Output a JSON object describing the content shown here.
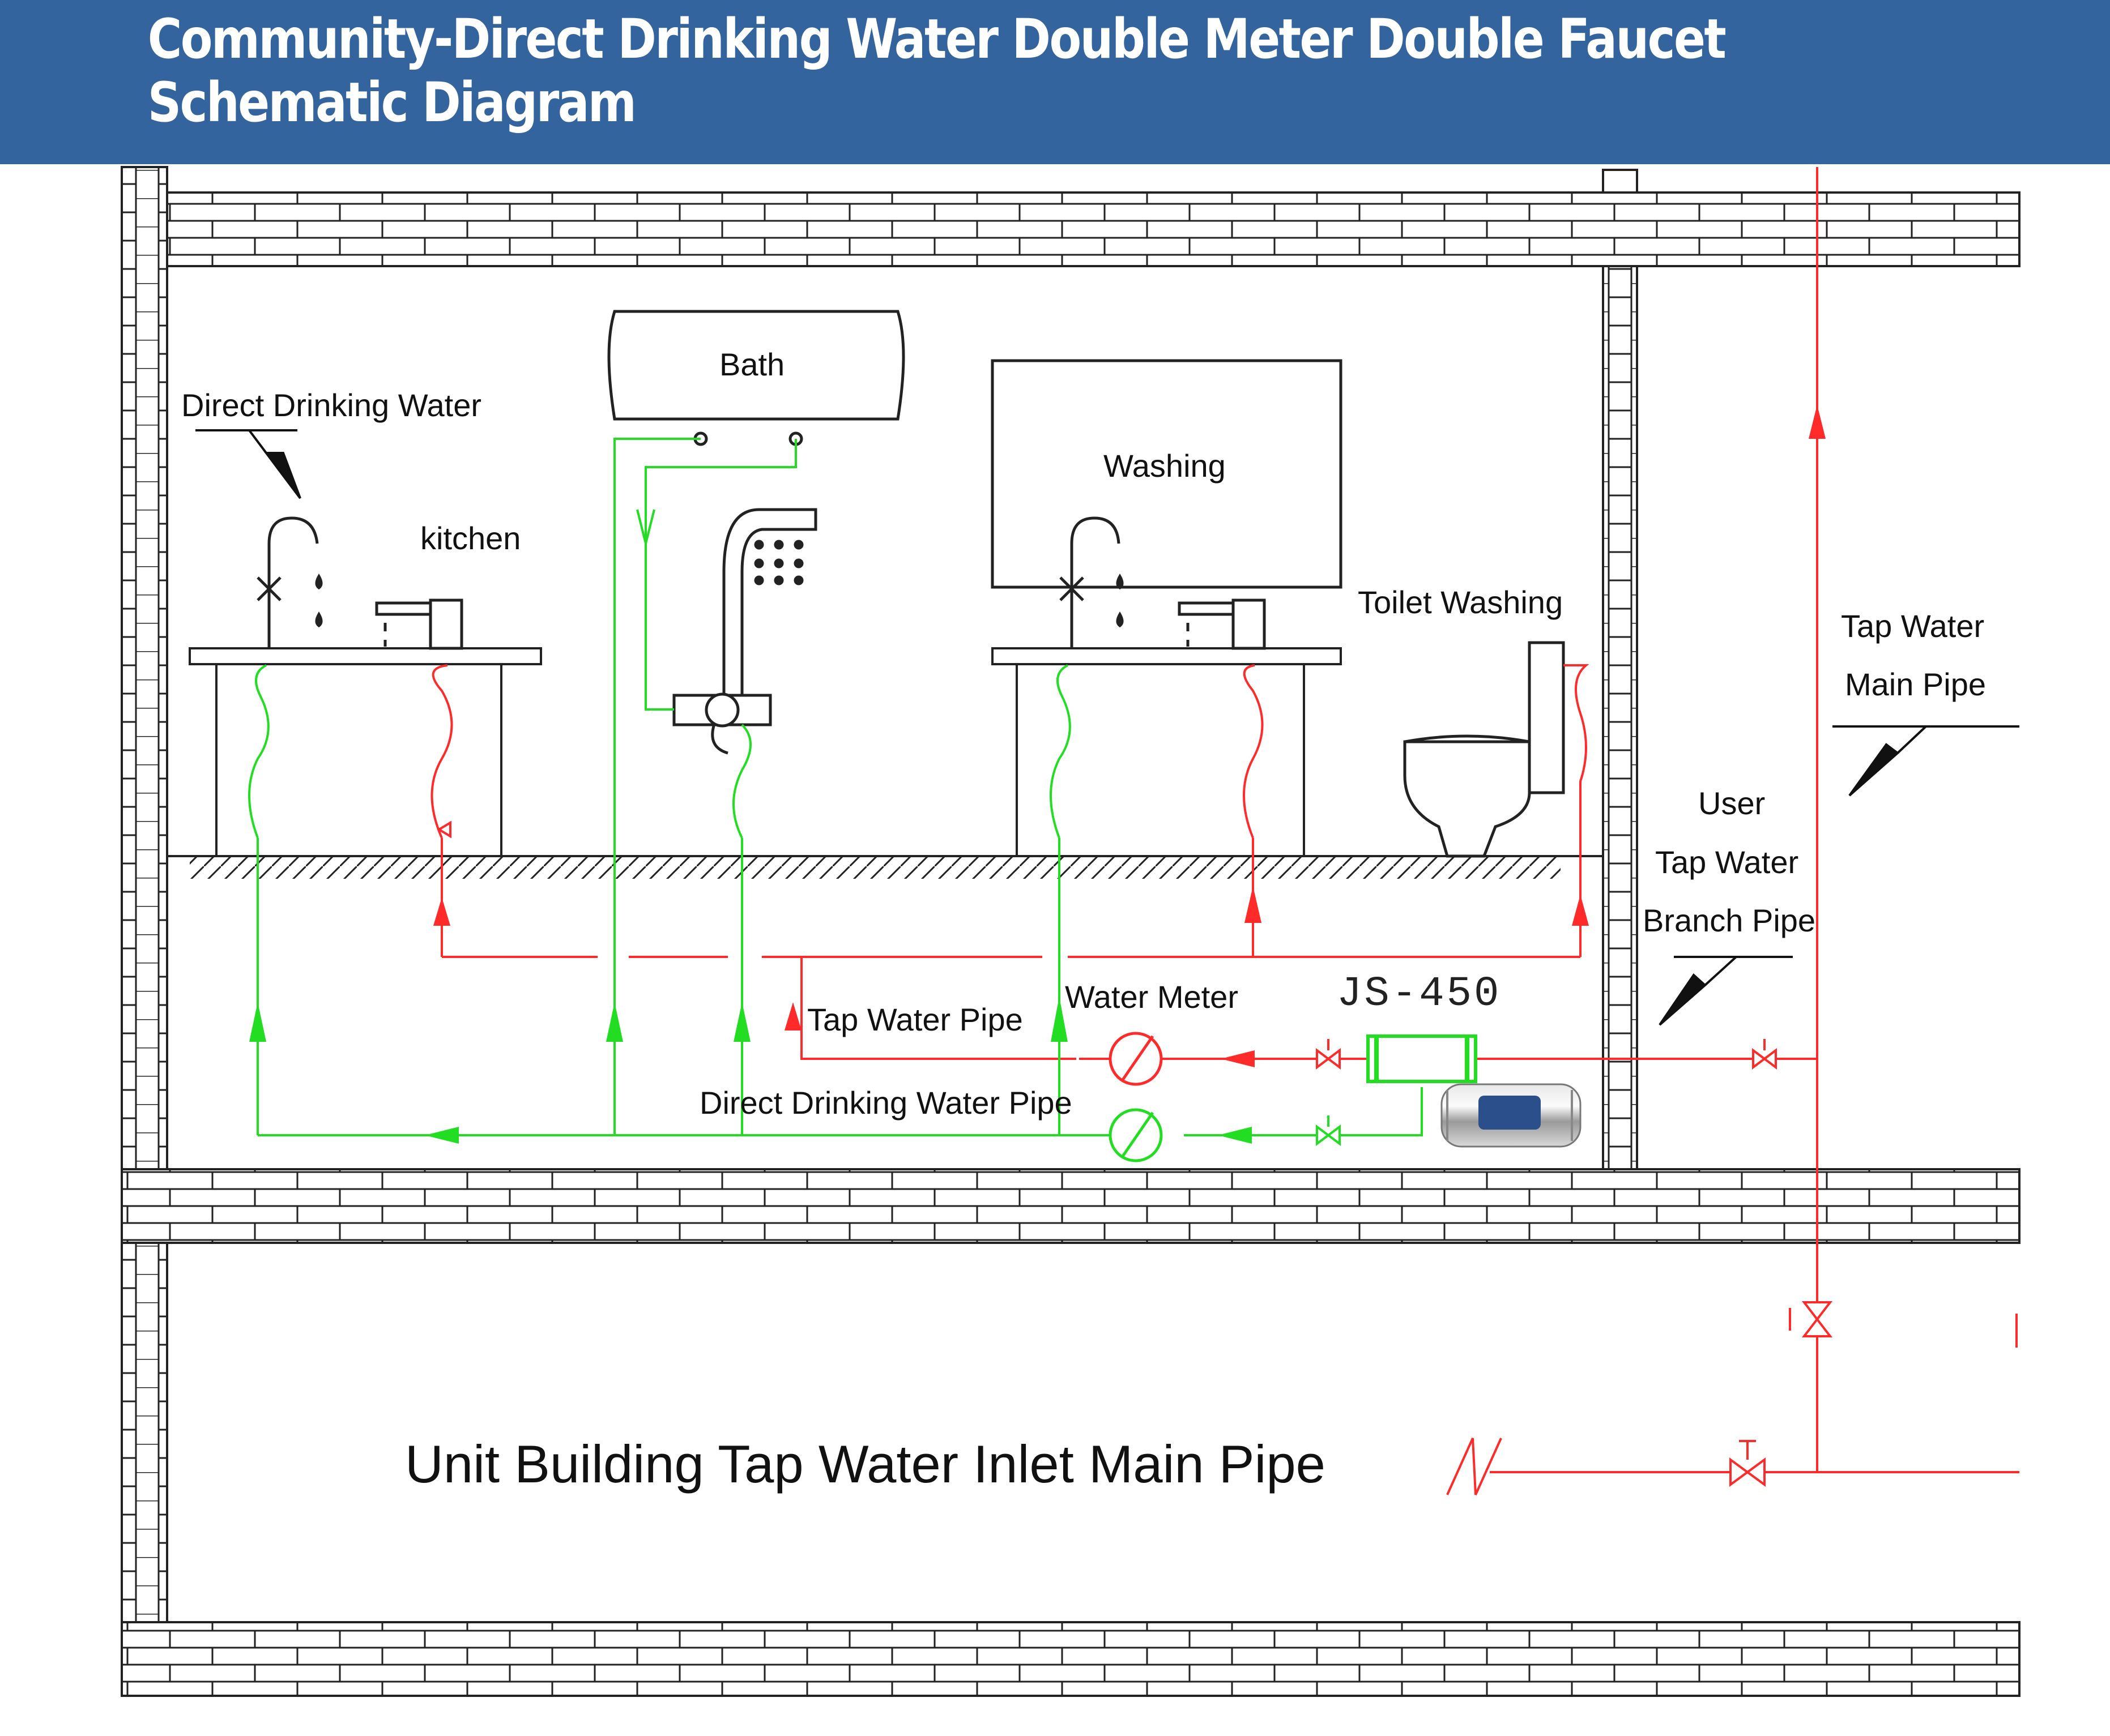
{
  "header": {
    "title": "Community-Direct Drinking Water Double Meter Double Faucet Schematic Diagram",
    "background": "#34649e",
    "text_color": "#ffffff"
  },
  "colors": {
    "tap_water": "#ff2a2a",
    "direct_drinking_water": "#22dd22",
    "wall": "#222222"
  },
  "labels": {
    "direct_drinking_water": "Direct Drinking Water",
    "kitchen": "kitchen",
    "bath": "Bath",
    "washing": "Washing",
    "toilet_washing": "Toilet Washing",
    "tap_water_main_pipe_1": "Tap Water",
    "tap_water_main_pipe_2": "Main Pipe",
    "user_branch_1": "User",
    "user_branch_2": "Tap Water",
    "user_branch_3": "Branch Pipe",
    "water_meter": "Water Meter",
    "model": "JS-450",
    "tap_water_pipe": "Tap Water Pipe",
    "direct_drinking_water_pipe": "Direct Drinking Water Pipe",
    "unit_building_inlet": "Unit Building Tap Water Inlet Main Pipe"
  },
  "icons": {
    "meter": "water-meter-icon",
    "valve": "valve-icon",
    "filter": "purifier-icon",
    "faucet": "faucet-icon",
    "shower": "shower-icon",
    "toilet": "toilet-icon",
    "heater": "water-heater-icon"
  }
}
